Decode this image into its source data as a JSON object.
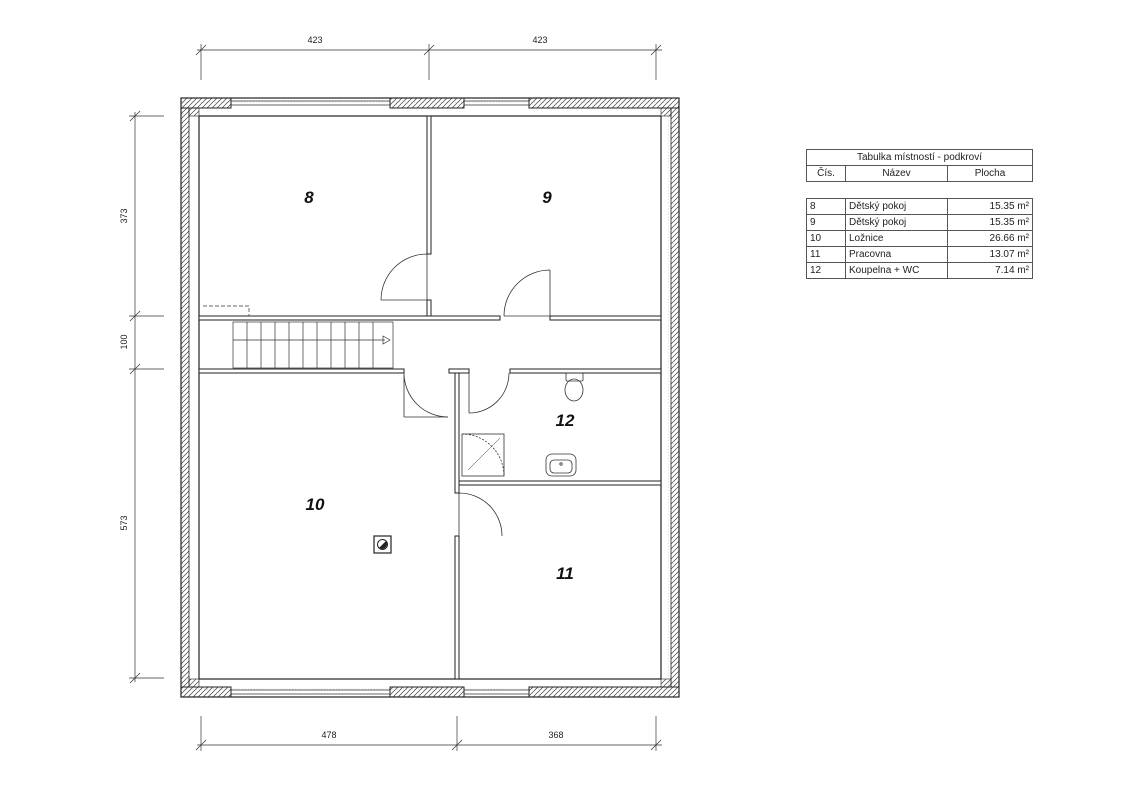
{
  "dimensions": {
    "top": [
      "423",
      "423"
    ],
    "bottom": [
      "478",
      "368"
    ],
    "left": [
      "373",
      "100",
      "573"
    ]
  },
  "rooms": [
    "8",
    "9",
    "10",
    "11",
    "12"
  ],
  "room_table": {
    "title": "Tabulka místností - podkroví",
    "headers": [
      "Čís.",
      "Název",
      "Plocha"
    ],
    "rows": [
      {
        "num": "8",
        "name": "Dětský pokoj",
        "area": "15.35 m²"
      },
      {
        "num": "9",
        "name": "Dětský pokoj",
        "area": "15.35 m²"
      },
      {
        "num": "10",
        "name": "Ložnice",
        "area": "26.66 m²"
      },
      {
        "num": "11",
        "name": "Pracovna",
        "area": "13.07 m²"
      },
      {
        "num": "12",
        "name": "Koupelna + WC",
        "area": "7.14 m²"
      }
    ]
  }
}
